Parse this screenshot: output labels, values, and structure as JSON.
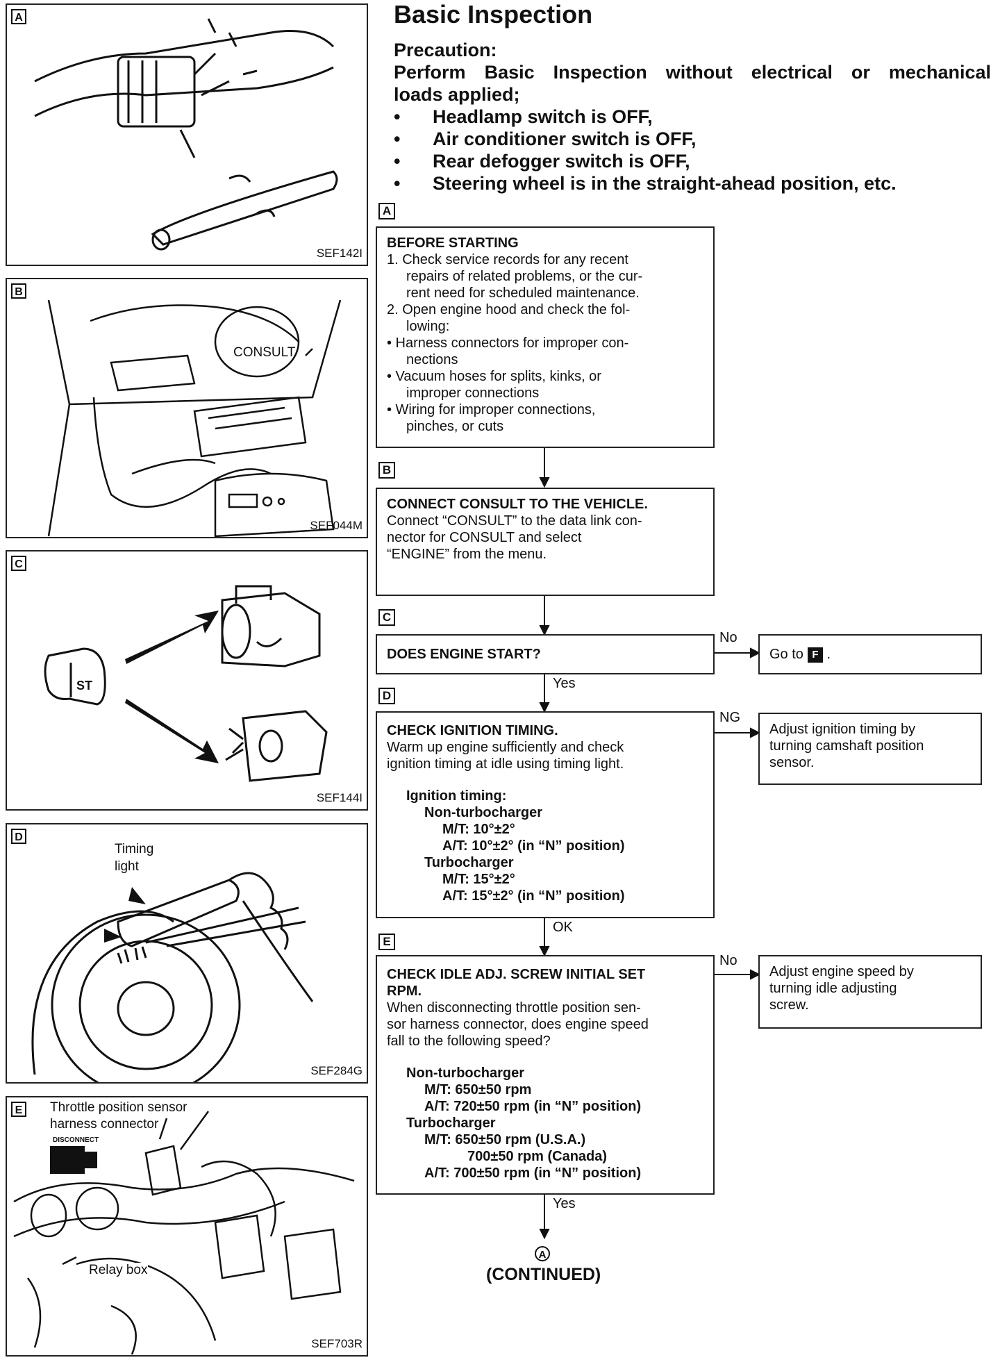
{
  "page": {
    "title": "Basic Inspection",
    "precaution_heading": "Precaution:",
    "precaution_line1": "Perform Basic Inspection without electrical or mechanical",
    "precaution_line2": "loads applied;",
    "bullets": [
      "Headlamp switch is OFF,",
      "Air conditioner switch is OFF,",
      "Rear defogger switch is OFF,",
      "Steering wheel is in the straight-ahead position, etc."
    ]
  },
  "figures": [
    {
      "tag": "A",
      "code": "SEF142I"
    },
    {
      "tag": "B",
      "code": "SEF044M",
      "label": "CONSULT"
    },
    {
      "tag": "C",
      "code": "SEF144I",
      "label": "ST"
    },
    {
      "tag": "D",
      "code": "SEF284G",
      "label1": "Timing",
      "label2": "light"
    },
    {
      "tag": "E",
      "code": "SEF703R",
      "label1": "Throttle position sensor",
      "label2": "harness connector",
      "label3": "DISCONNECT",
      "label4": "Relay box"
    }
  ],
  "steps": {
    "A": {
      "tag": "A",
      "heading": "BEFORE STARTING",
      "l1": "1. Check service records for any recent",
      "l2": "repairs of related problems, or the cur-",
      "l3": "rent need for scheduled maintenance.",
      "l4": "2. Open engine hood and check the fol-",
      "l5": "lowing:",
      "l6": "• Harness connectors for improper con-",
      "l7": "nections",
      "l8": "• Vacuum hoses for splits, kinks, or",
      "l9": "improper connections",
      "l10": "• Wiring for improper connections,",
      "l11": "pinches, or cuts"
    },
    "B": {
      "tag": "B",
      "heading": "CONNECT CONSULT TO THE VEHICLE.",
      "l1": "Connect “CONSULT” to the data link con-",
      "l2": "nector for CONSULT and select",
      "l3": "“ENGINE” from the menu."
    },
    "C": {
      "tag": "C",
      "heading": "DOES ENGINE START?",
      "no_label": "No",
      "yes_label": "Yes",
      "goto_text": "Go to",
      "goto_ref": "F",
      "goto_end": "."
    },
    "D": {
      "tag": "D",
      "heading": "CHECK IGNITION TIMING.",
      "l1": "Warm up engine sufficiently and check",
      "l2": "ignition timing at idle using timing light.",
      "spec_head": "Ignition timing:",
      "s1": "Non-turbocharger",
      "s2": "M/T: 10°±2°",
      "s3": "A/T: 10°±2° (in “N” position)",
      "s4": "Turbocharger",
      "s5": "M/T: 15°±2°",
      "s6": "A/T: 15°±2° (in “N” position)",
      "ng_label": "NG",
      "ok_label": "OK",
      "side_l1": "Adjust ignition timing by",
      "side_l2": "turning camshaft position",
      "side_l3": "sensor."
    },
    "E": {
      "tag": "E",
      "heading1": "CHECK IDLE ADJ. SCREW INITIAL SET",
      "heading2": "RPM.",
      "l1": "When disconnecting throttle position sen-",
      "l2": "sor harness connector, does engine speed",
      "l3": "fall to the following speed?",
      "s1": "Non-turbocharger",
      "s2": "M/T: 650±50 rpm",
      "s3": "A/T: 720±50 rpm (in “N” position)",
      "s4": "Turbocharger",
      "s5": "M/T: 650±50 rpm (U.S.A.)",
      "s6": "700±50 rpm (Canada)",
      "s7": "A/T: 700±50 rpm (in “N” position)",
      "no_label": "No",
      "yes_label": "Yes",
      "side_l1": "Adjust engine speed by",
      "side_l2": "turning idle adjusting",
      "side_l3": "screw."
    }
  },
  "continued": {
    "marker": "A",
    "text": "(CONTINUED)"
  }
}
